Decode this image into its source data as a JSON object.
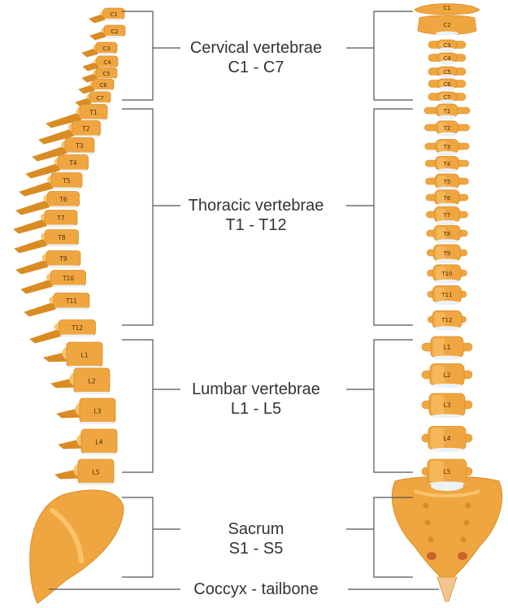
{
  "regions": [
    {
      "key": "cervical",
      "name": "Cervical vertebrae",
      "range": "C1 - C7"
    },
    {
      "key": "thoracic",
      "name": "Thoracic vertebrae",
      "range": "T1 - T12"
    },
    {
      "key": "lumbar",
      "name": "Lumbar vertebrae",
      "range": "L1 - L5"
    },
    {
      "key": "sacrum",
      "name": "Sacrum",
      "range": "S1 - S5"
    },
    {
      "key": "coccyx",
      "name": "Coccyx - tailbone"
    }
  ],
  "vertebra_labels": {
    "cervical": [
      "C1",
      "C2",
      "C3",
      "C4",
      "C5",
      "C6",
      "C7"
    ],
    "thoracic": [
      "T1",
      "T2",
      "T3",
      "T4",
      "T5",
      "T6",
      "T7",
      "T8",
      "T9",
      "T10",
      "T11",
      "T12"
    ],
    "lumbar": [
      "L1",
      "L2",
      "L3",
      "L4",
      "L5"
    ]
  },
  "colors": {
    "bone": "#f0a640",
    "bone_light": "#f9c36b",
    "bone_dark": "#d98c24",
    "disc": "#ecf1f5",
    "line": "#555555",
    "text": "#333333"
  }
}
